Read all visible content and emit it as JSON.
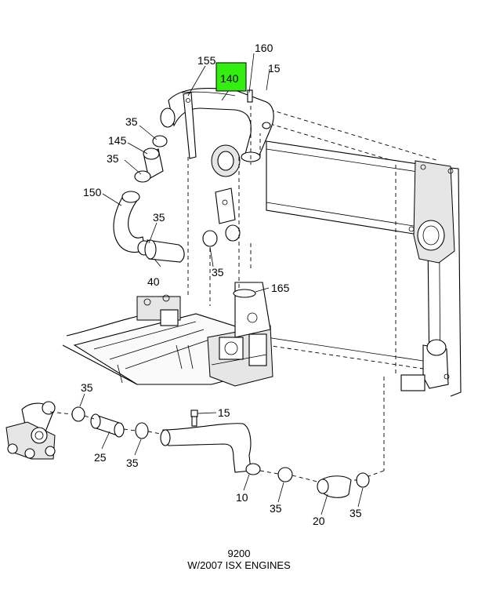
{
  "highlight_color": "#33ee11",
  "callouts": {
    "c155": "155",
    "c140": "140",
    "c160": "160",
    "c15_top": "15",
    "c35_a": "35",
    "c145": "145",
    "c35_b": "35",
    "c150": "150",
    "c35_c": "35",
    "c40": "40",
    "c35_d": "35",
    "c165": "165",
    "c35_e": "35",
    "c15_mid": "15",
    "c25": "25",
    "c35_f": "35",
    "c10": "10",
    "c35_g": "35",
    "c20": "20",
    "c35_h": "35"
  },
  "caption": {
    "code": "9200",
    "title": "W/2007 ISX ENGINES"
  }
}
